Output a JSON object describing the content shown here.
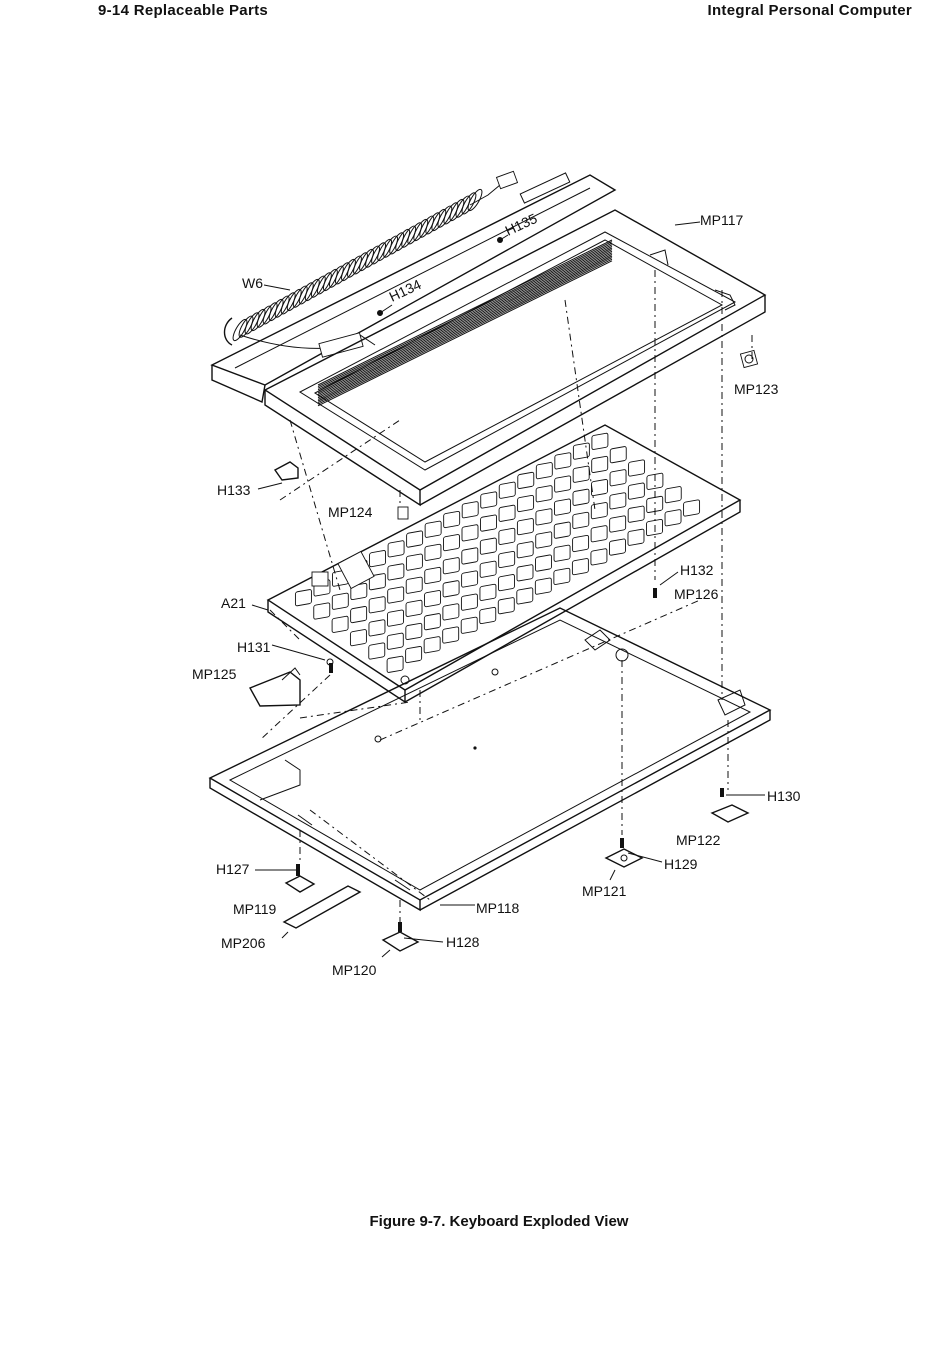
{
  "header": {
    "left": "9-14  Replaceable Parts",
    "right": "Integral Personal Computer"
  },
  "caption": "Figure 9-7. Keyboard Exploded View",
  "labels": {
    "w6": "W6",
    "h135": "H135",
    "mp117": "MP117",
    "h134": "H134",
    "mp123": "MP123",
    "h133": "H133",
    "mp124": "MP124",
    "h132": "H132",
    "a21": "A21",
    "mp126": "MP126",
    "h131": "H131",
    "mp125": "MP125",
    "h130": "H130",
    "mp122": "MP122",
    "h127": "H127",
    "h129": "H129",
    "mp121": "MP121",
    "mp119": "MP119",
    "mp118": "MP118",
    "mp206": "MP206",
    "h128": "H128",
    "mp120": "MP120"
  }
}
